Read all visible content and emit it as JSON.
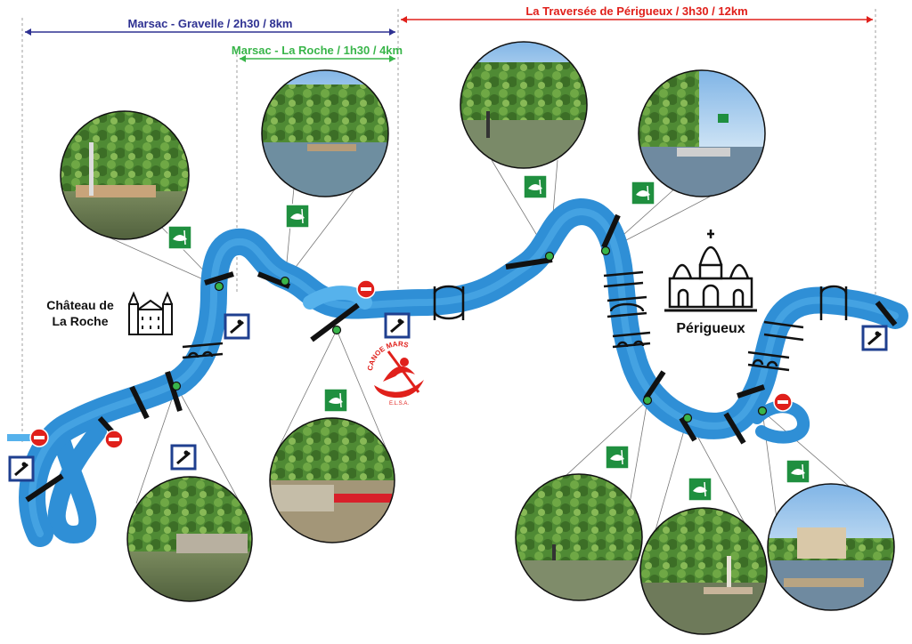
{
  "routes": [
    {
      "label": "Marsac - Gravelle / 2h30 / 8km",
      "color": "#2e3192"
    },
    {
      "label": "Marsac - La Roche / 1h30 / 4km",
      "color": "#39b54a"
    },
    {
      "label": "La Traversée de Périgueux / 3h30 / 12km",
      "color": "#e0201b"
    }
  ],
  "places": {
    "chateau_line1": "Château de",
    "chateau_line2": "La Roche",
    "city": "Périgueux"
  },
  "logo": {
    "text": "CANOE MARSAC",
    "subtext": "E.L.S.A."
  },
  "colors": {
    "river": "#2f8fd6",
    "river_light": "#56b2ec",
    "portage_sign": "#1f3f8f",
    "landing_sign": "#1f8f3f",
    "no_entry": "#e0201b",
    "logo": "#e0201b"
  },
  "icons": [
    "portage-sign-icon",
    "canoe-landing-icon",
    "no-entry-icon",
    "bridge-icon",
    "weir-icon",
    "chateau-icon",
    "cathedral-icon",
    "canoe-logo-icon"
  ]
}
